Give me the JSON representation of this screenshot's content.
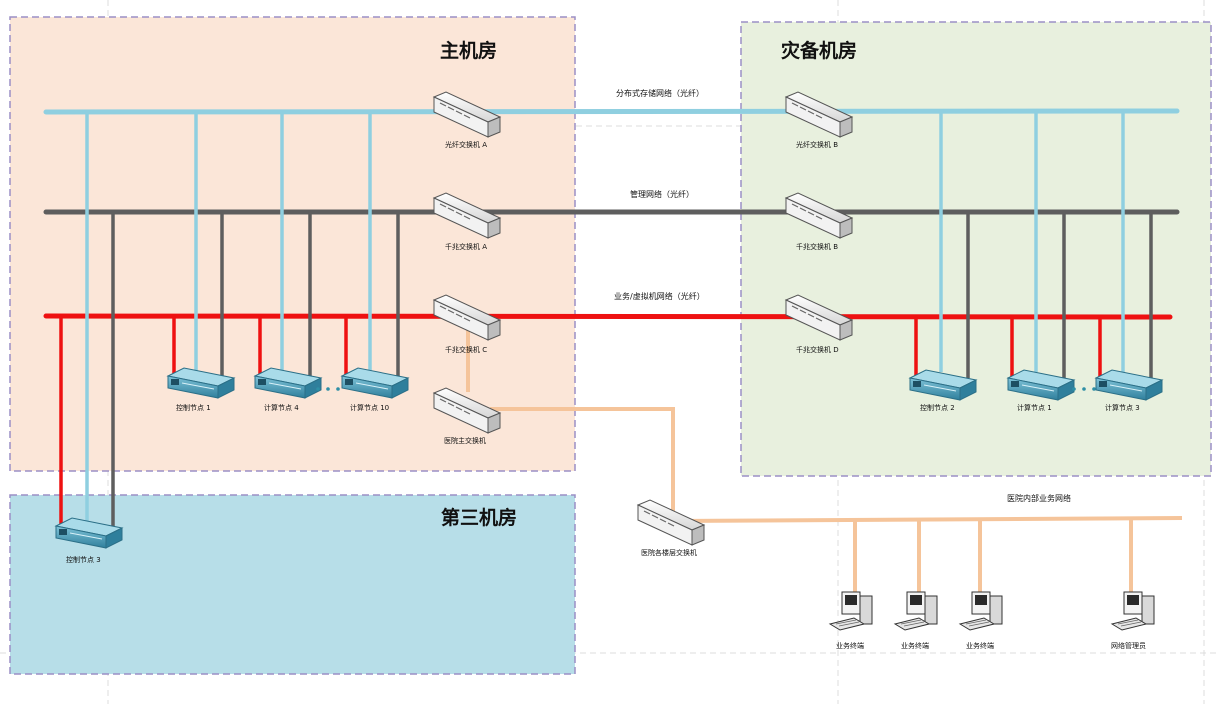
{
  "zones": {
    "main": "主机房",
    "dr": "灾备机房",
    "third": "第三机房"
  },
  "networks": {
    "storage": "分布式存储网络（光纤）",
    "management": "管理网络（光纤）",
    "business": "业务/虚拟机网络（光纤）",
    "hospital": "医院内部业务网络"
  },
  "switches": {
    "fiber_a": "光纤交换机 A",
    "fiber_b": "光纤交换机 B",
    "gig_a": "千兆交换机 A",
    "gig_b": "千兆交换机 B",
    "gig_c": "千兆交换机 C",
    "gig_d": "千兆交换机 D",
    "core": "医院主交换机",
    "floor": "医院各楼层交换机"
  },
  "nodes": {
    "ctrl1": "控制节点 1",
    "comp4": "计算节点 4",
    "comp10": "计算节点 10",
    "ctrl3": "控制节点 3",
    "ctrl2": "控制节点 2",
    "comp1": "计算节点 1",
    "comp3": "计算节点 3"
  },
  "terminals": {
    "ws1": "业务终端",
    "ws2": "业务终端",
    "ws3": "业务终端",
    "admin": "网络管理员"
  },
  "colors": {
    "storage": "#8fcfe0",
    "management": "#5e5e5e",
    "business": "#ee1111",
    "hospital": "#f5c49a",
    "zone_main": "#fbe6d8",
    "zone_dr": "#e8f0de",
    "zone_third": "#b7dee8"
  }
}
